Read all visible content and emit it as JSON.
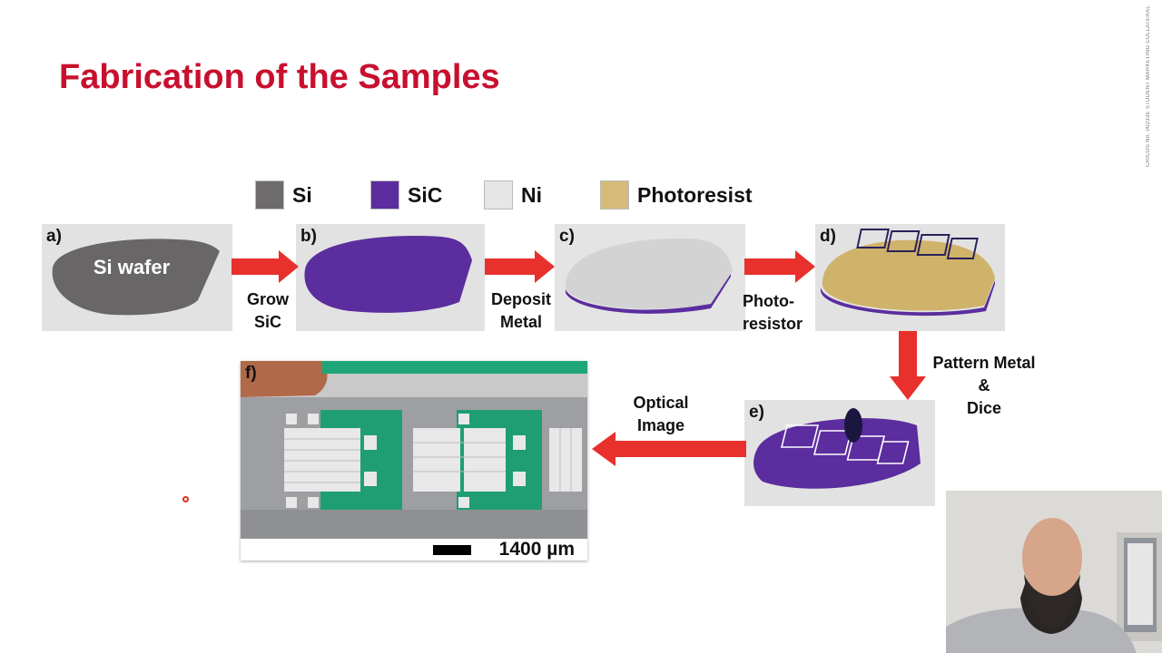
{
  "slide": {
    "title": "Fabrication of the Samples",
    "side_note": "CRICOS No. 00233E  STUDENT MARKETING COLLATERAL"
  },
  "legend": [
    {
      "label": "Si",
      "color": "#6d6b6b"
    },
    {
      "label": "SiC",
      "color": "#5b2d9e"
    },
    {
      "label": "Ni",
      "color": "#e6e6e6"
    },
    {
      "label": "Photoresist",
      "color": "#d6ba78"
    }
  ],
  "panels": {
    "a": {
      "tag": "a)",
      "wafer_label": "Si wafer"
    },
    "b": {
      "tag": "b)"
    },
    "c": {
      "tag": "c)"
    },
    "d": {
      "tag": "d)"
    },
    "e": {
      "tag": "e)"
    },
    "f": {
      "tag": "f)",
      "scale_label": "1400 µm"
    }
  },
  "steps": {
    "grow": [
      "Grow",
      "SiC"
    ],
    "deposit": [
      "Deposit",
      "Metal"
    ],
    "photo": [
      "Photo-",
      "resistor"
    ],
    "pattern": [
      "Pattern Metal",
      "&",
      "Dice"
    ],
    "optical": [
      "Optical",
      "Image"
    ]
  },
  "icons": {
    "arrow": "right-arrow-icon",
    "pointer": "laser-pointer-icon"
  },
  "colors": {
    "title": "#c8102e",
    "arrow": "#e8302c",
    "sic": "#5b2d9e",
    "photoresist": "#d6ba78",
    "electrode": "#1f9e73"
  }
}
